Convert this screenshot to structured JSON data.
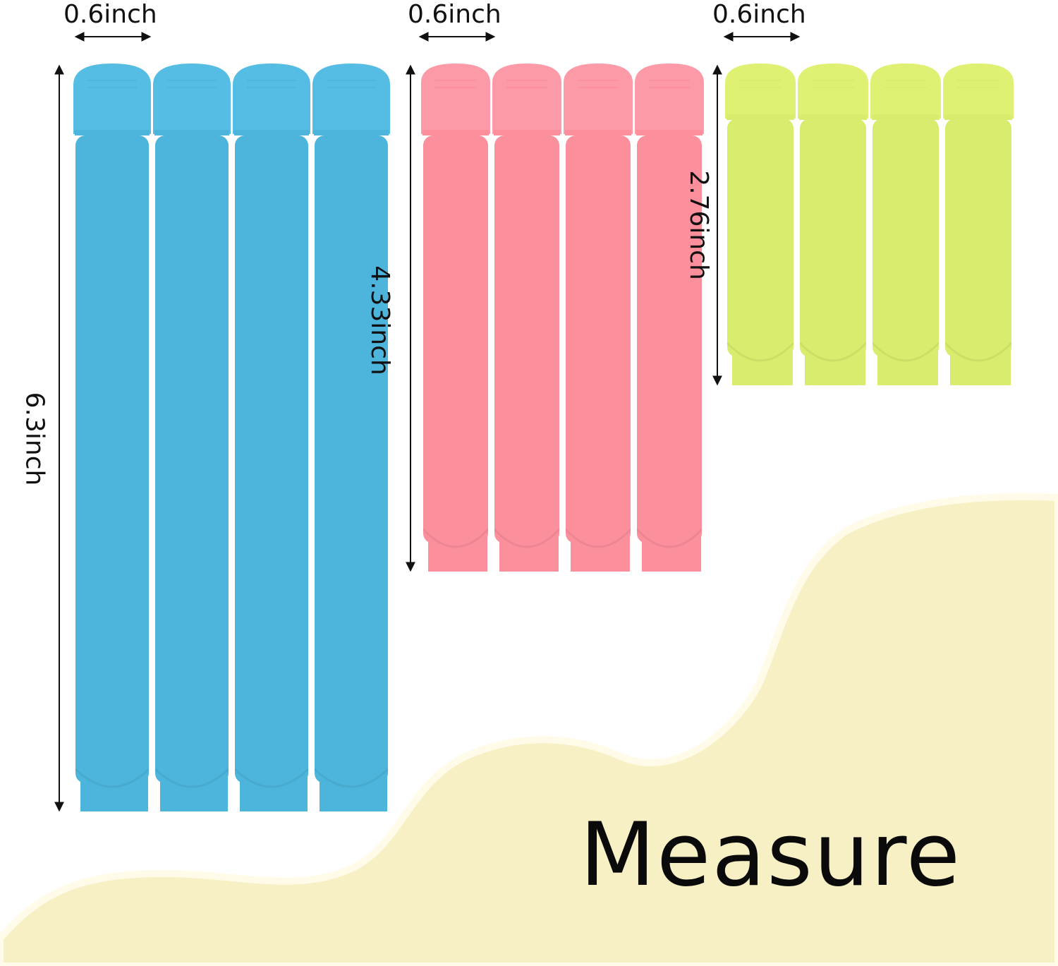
{
  "headline": "Measure",
  "colors": {
    "background": "#ffffff",
    "wave_fill": "#f7f0c4",
    "wave_edge": "#fbf7df",
    "blue_clip": "#4db5dc",
    "blue_cap": "#55bde3",
    "pink_clip": "#fb8f9c",
    "pink_cap": "#fc9aa8",
    "green_clip": "#d9ec6d",
    "green_cap": "#dff073",
    "ink": "#111111"
  },
  "clip_groups": [
    {
      "name": "large-clips",
      "color_key": "blue",
      "count": 4,
      "width_label": "0.6inch",
      "length_label": "6.3inch"
    },
    {
      "name": "medium-clips",
      "color_key": "pink",
      "count": 4,
      "width_label": "0.6inch",
      "length_label": "4.33inch"
    },
    {
      "name": "small-clips",
      "color_key": "green",
      "count": 4,
      "width_label": "0.6inch",
      "length_label": "2.76inch"
    }
  ]
}
